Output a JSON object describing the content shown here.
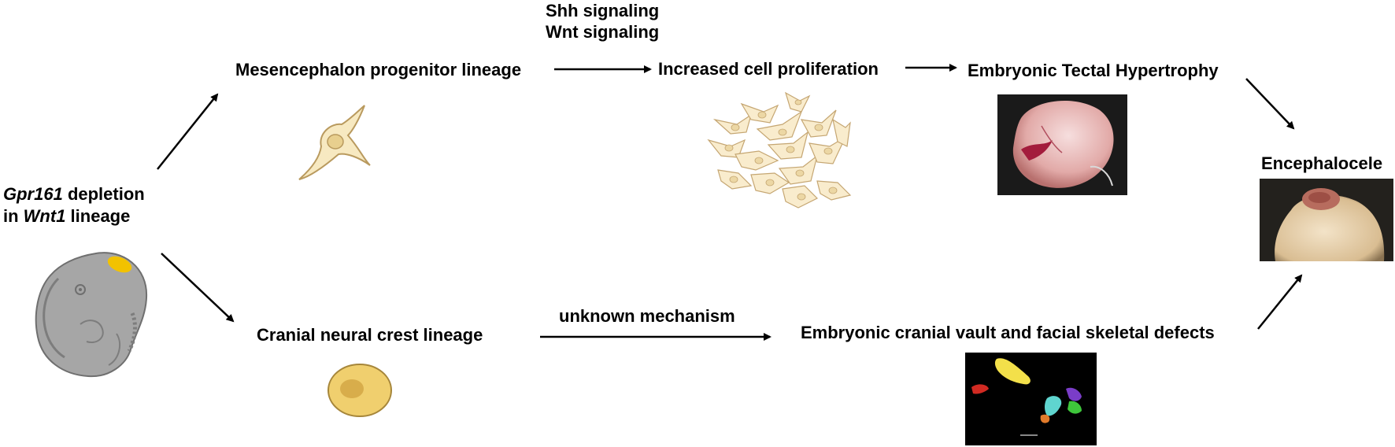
{
  "start": {
    "gene": "Gpr161",
    "line1_rest": " depletion",
    "line2_prefix": "in ",
    "lineage": "Wnt1",
    "line2_rest": " lineage"
  },
  "top_path": {
    "lineage": "Mesencephalon progenitor lineage",
    "signal_1": "Shh signaling",
    "signal_2": "Wnt signaling",
    "effect": "Increased cell proliferation",
    "outcome": "Embryonic Tectal Hypertrophy"
  },
  "bottom_path": {
    "lineage": "Cranial neural crest lineage",
    "mechanism": "unknown mechanism",
    "outcome": "Embryonic cranial vault and facial skeletal defects"
  },
  "final": {
    "label": "Encephalocele"
  },
  "colors": {
    "arrow": "#000000",
    "embryo": "#a6a6a6",
    "embryo_highlight": "#f2c200",
    "progenitor_cell": "#f7e9c1",
    "neural_crest_cell": "#f0cf6e",
    "micro_ct_bg": "#000000"
  },
  "icons": [
    "embryo-icon",
    "progenitor-cell-icon",
    "proliferating-cells-icon",
    "neural-crest-cell-icon"
  ]
}
